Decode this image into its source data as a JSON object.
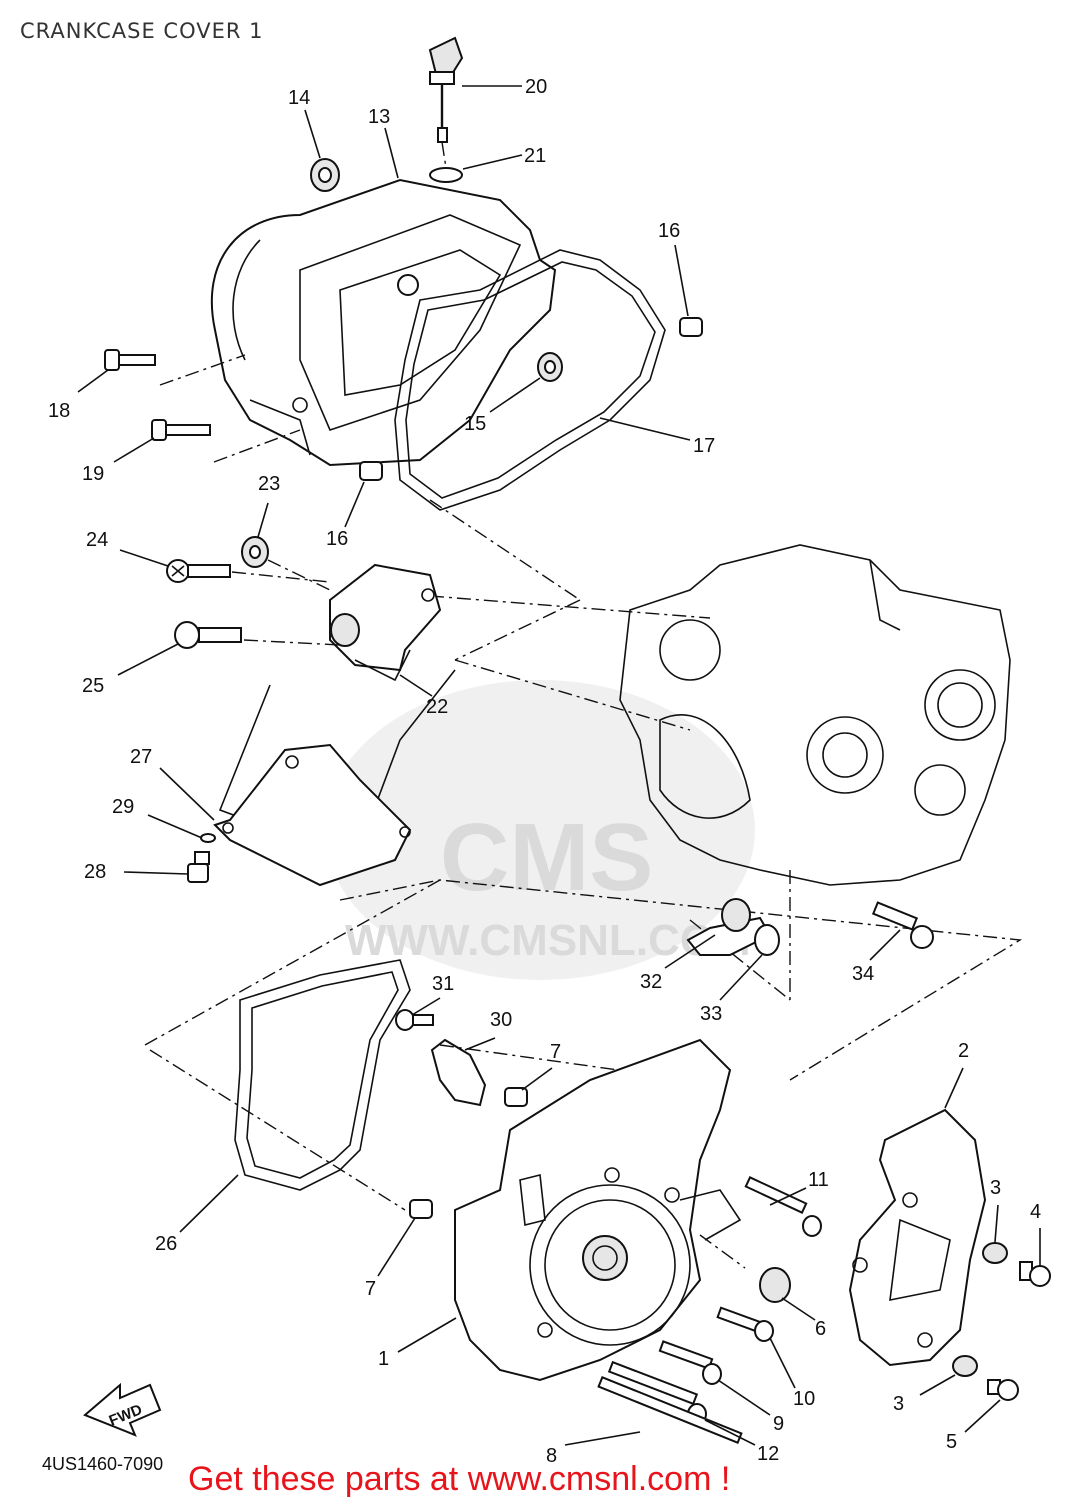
{
  "diagram": {
    "title": "CRANKCASE COVER 1",
    "drawing_code": "4US1460-7090",
    "promo_text": "Get these parts at www.cmsnl.com !",
    "watermark": {
      "brand": "CMS",
      "url": "WWW.CMSNL.COM"
    },
    "fwd_label": "FWD",
    "colors": {
      "promo": "#e8141b",
      "ink": "#111111",
      "watermark": "#dadada"
    },
    "callouts": [
      {
        "id": "c20",
        "label": "20"
      },
      {
        "id": "c21",
        "label": "21"
      },
      {
        "id": "c14",
        "label": "14"
      },
      {
        "id": "c13",
        "label": "13"
      },
      {
        "id": "c16a",
        "label": "16"
      },
      {
        "id": "c18",
        "label": "18"
      },
      {
        "id": "c15",
        "label": "15"
      },
      {
        "id": "c17",
        "label": "17"
      },
      {
        "id": "c19",
        "label": "19"
      },
      {
        "id": "c23",
        "label": "23"
      },
      {
        "id": "c16b",
        "label": "16"
      },
      {
        "id": "c24",
        "label": "24"
      },
      {
        "id": "c25",
        "label": "25"
      },
      {
        "id": "c22",
        "label": "22"
      },
      {
        "id": "c27",
        "label": "27"
      },
      {
        "id": "c29",
        "label": "29"
      },
      {
        "id": "c28",
        "label": "28"
      },
      {
        "id": "c32",
        "label": "32"
      },
      {
        "id": "c33",
        "label": "33"
      },
      {
        "id": "c34",
        "label": "34"
      },
      {
        "id": "c31",
        "label": "31"
      },
      {
        "id": "c30",
        "label": "30"
      },
      {
        "id": "c7a",
        "label": "7"
      },
      {
        "id": "c2",
        "label": "2"
      },
      {
        "id": "c11",
        "label": "11"
      },
      {
        "id": "c3a",
        "label": "3"
      },
      {
        "id": "c4",
        "label": "4"
      },
      {
        "id": "c26",
        "label": "26"
      },
      {
        "id": "c7b",
        "label": "7"
      },
      {
        "id": "c6",
        "label": "6"
      },
      {
        "id": "c1",
        "label": "1"
      },
      {
        "id": "c10",
        "label": "10"
      },
      {
        "id": "c9",
        "label": "9"
      },
      {
        "id": "c3b",
        "label": "3"
      },
      {
        "id": "c5",
        "label": "5"
      },
      {
        "id": "c12",
        "label": "12"
      },
      {
        "id": "c8",
        "label": "8"
      }
    ]
  }
}
